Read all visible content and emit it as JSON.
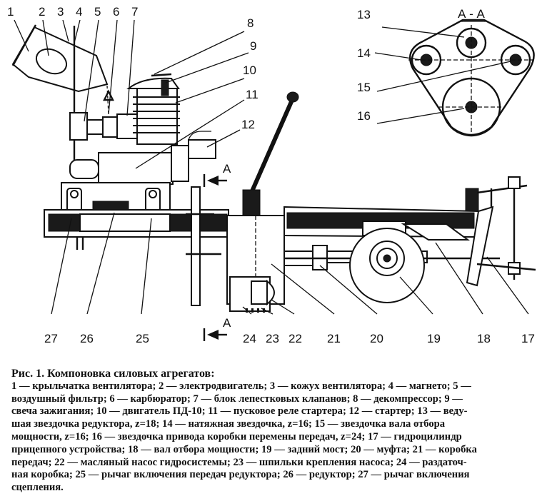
{
  "figure": {
    "section_label": "А - А",
    "section_marker": "А",
    "callouts": [
      "1",
      "2",
      "3",
      "4",
      "5",
      "6",
      "7",
      "8",
      "9",
      "10",
      "11",
      "12",
      "13",
      "14",
      "15",
      "16",
      "17",
      "18",
      "19",
      "20",
      "21",
      "22",
      "23",
      "24",
      "25",
      "26",
      "27"
    ]
  },
  "caption": {
    "title": "Рис. 1. Компоновка силовых агрегатов:",
    "lines": [
      "1 — крыльчатка вентилятора; 2 — электродвигатель; 3 — кожух вентилятора; 4 — магнето; 5 —",
      "воздушный фильтр; 6 — карбюратор; 7 — блок лепестковых клапанов; 8 — декомпрессор; 9 —",
      "свеча зажигания; 10 — двигатель ПД-10; 11 — пусковое реле стартера; 12 — стартер; 13 — веду-",
      "шая звездочка редуктора, z=18; 14 — натяжная звездочка, z=16; 15 — звездочка вала отбора",
      "мощности, z=16; 16 — звездочка привода коробки перемены передач, z=24; 17 — гидроцилиндр",
      "прицепного устройства; 18 — вал отбора мощности; 19 — задний мост; 20 — муфта; 21 — коробка",
      "передач; 22 — масляный насос гидросистемы; 23 — шпильки крепления насоса; 24 — раздаточ-",
      "ная коробка; 25 — рычаг включения передач редуктора; 26 — редуктор; 27 — рычаг включения",
      "сцепления."
    ]
  }
}
